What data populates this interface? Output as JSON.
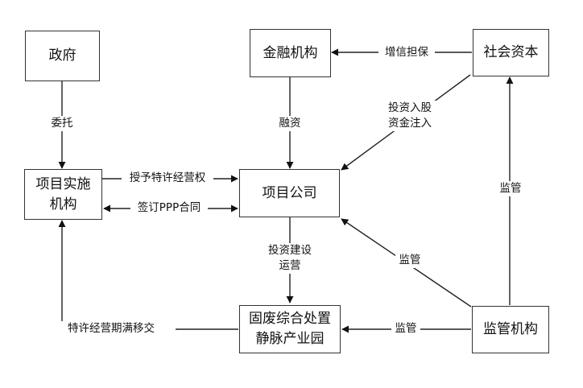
{
  "nodes": {
    "government": {
      "lines": [
        "政府"
      ]
    },
    "implementing_agency": {
      "lines": [
        "项目实施",
        "机构"
      ]
    },
    "financial_institution": {
      "lines": [
        "金融机构"
      ]
    },
    "project_company": {
      "lines": [
        "项目公司"
      ]
    },
    "social_capital": {
      "lines": [
        "社会资本"
      ]
    },
    "industrial_park": {
      "lines": [
        "固废综合处置",
        "静脉产业园"
      ]
    },
    "regulator": {
      "lines": [
        "监管机构"
      ]
    }
  },
  "edges": {
    "entrust": [
      "委托"
    ],
    "financing": [
      "融资"
    ],
    "credit_guarantee": [
      "增信担保"
    ],
    "investment": [
      "投资入股",
      "资金注入"
    ],
    "grant_franchise": [
      "授予特许经营权"
    ],
    "sign_ppp": [
      "签订PPP合同"
    ],
    "build_operate": [
      "投资建设",
      "运营"
    ],
    "regulate_company": [
      "监管"
    ],
    "regulate_capital": [
      "监管"
    ],
    "regulate_park": [
      "监管"
    ],
    "handover": [
      "特许经营期满移交"
    ]
  }
}
